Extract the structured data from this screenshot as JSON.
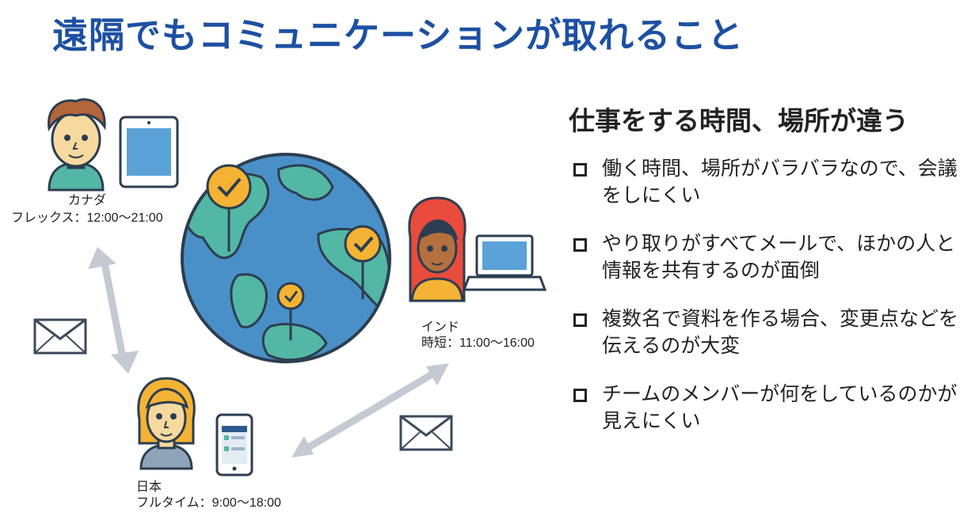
{
  "title": "遠隔でもコミュニケーションが取れること",
  "subtitle": "仕事をする時間、場所が違う",
  "bullets": [
    "働く時間、場所がバラバラなので、会議をしにくい",
    "やり取りがすべてメールで、ほかの人と情報を共有するのが面倒",
    "複数名で資料を作る場合、変更点などを伝えるのが大変",
    "チームのメンバーが何をしているのかが見えにくい"
  ],
  "people": {
    "canada": {
      "place": "カナダ",
      "hours": "フレックス：12:00～21:00"
    },
    "india": {
      "place": "インド",
      "hours": "時短：11:00～16:00"
    },
    "japan": {
      "place": "日本",
      "hours": "フルタイム：9:00～18:00"
    }
  },
  "colors": {
    "title": "#1d50a2",
    "ocean": "#4a90c8",
    "land": "#53b7a5",
    "pin": "#f4b334",
    "arrow": "#c4c9d2"
  }
}
